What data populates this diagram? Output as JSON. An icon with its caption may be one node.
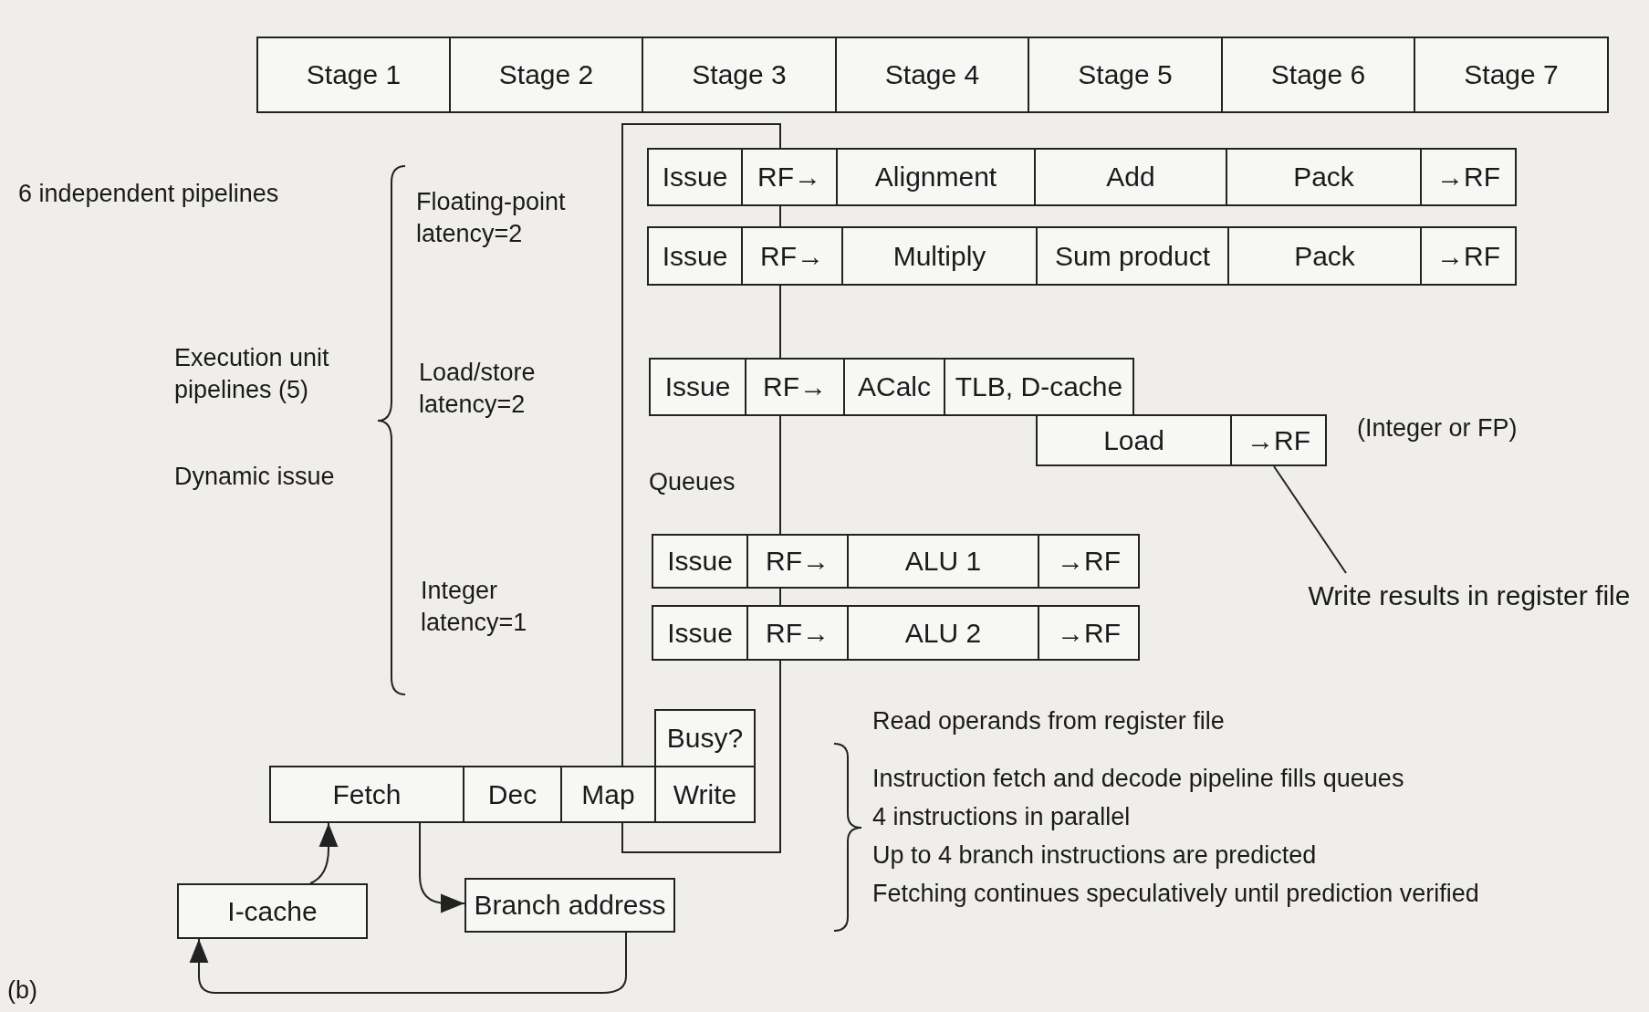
{
  "diagram": {
    "nodes": [
      {
        "text": [
          "Stage 1"
        ]
      },
      {
        "text": [
          "Stage 2"
        ]
      },
      {
        "text": [
          "Stage 3"
        ]
      },
      {
        "text": [
          "Stage 4"
        ]
      },
      {
        "text": [
          "Stage 5"
        ]
      },
      {
        "text": [
          "Stage 6"
        ]
      },
      {
        "text": [
          "Stage 7"
        ]
      },
      {
        "text": [
          "Issue"
        ]
      },
      {
        "text": [
          "RF→"
        ]
      },
      {
        "text": [
          "Alignment"
        ]
      },
      {
        "text": [
          "Add"
        ]
      },
      {
        "text": [
          "Pack"
        ]
      },
      {
        "text": [
          "→RF"
        ]
      },
      {
        "text": [
          "Issue"
        ]
      },
      {
        "text": [
          "RF→"
        ]
      },
      {
        "text": [
          "Multiply"
        ]
      },
      {
        "text": [
          "Sum product"
        ]
      },
      {
        "text": [
          "Pack"
        ]
      },
      {
        "text": [
          "→RF"
        ]
      },
      {
        "text": [
          "Issue"
        ]
      },
      {
        "text": [
          "RF→"
        ]
      },
      {
        "text": [
          "ACalc"
        ]
      },
      {
        "text": [
          "TLB, D-cache"
        ]
      },
      {
        "text": [
          "Load"
        ]
      },
      {
        "text": [
          "→RF"
        ]
      },
      {
        "text": [
          "Issue"
        ]
      },
      {
        "text": [
          "RF→"
        ]
      },
      {
        "text": [
          "ALU 1"
        ]
      },
      {
        "text": [
          "→RF"
        ]
      },
      {
        "text": [
          "Issue"
        ]
      },
      {
        "text": [
          "RF→"
        ]
      },
      {
        "text": [
          "ALU 2"
        ]
      },
      {
        "text": [
          "→RF"
        ]
      },
      {
        "text": [
          "Busy?"
        ]
      },
      {
        "text": [
          "Fetch"
        ]
      },
      {
        "text": [
          "Dec"
        ]
      },
      {
        "text": [
          "Map"
        ]
      },
      {
        "text": [
          "Write"
        ]
      },
      {
        "text": [
          "I-cache"
        ]
      },
      {
        "text": [
          "Branch address"
        ]
      },
      {
        "text": [
          "Write results in register file"
        ]
      }
    ],
    "edges": [
      {
        "from": 38,
        "to": 34,
        "arrow": "to"
      },
      {
        "from": 34,
        "to": 39,
        "arrow": "to"
      },
      {
        "from": 39,
        "to": 38,
        "arrow": "to"
      },
      {
        "from": 40,
        "to": 24,
        "arrow": "none"
      }
    ],
    "labels": [
      "6 independent pipelines",
      "Floating-point latency=2",
      "Execution unit pipelines (5)",
      "Load/store latency=2",
      "Dynamic issue",
      "(Integer or FP)",
      "Queues",
      "Integer latency=1",
      "Read operands from register file",
      "Instruction fetch and decode pipeline fills queues",
      "4 instructions in parallel",
      "Up to 4 branch instructions are predicted",
      "Fetching continues speculatively until prediction verified",
      "(b)"
    ]
  }
}
